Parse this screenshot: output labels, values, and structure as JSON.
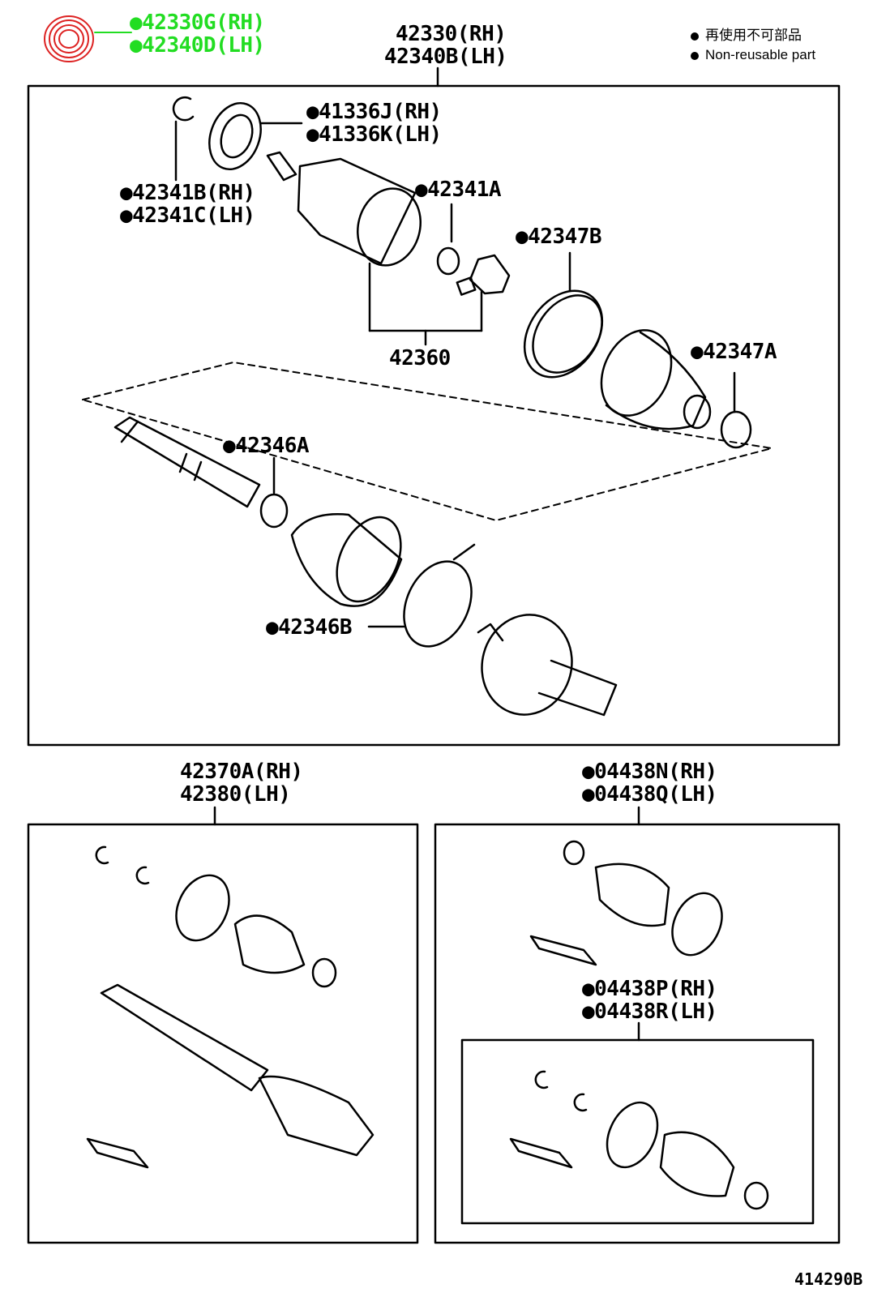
{
  "header": {
    "highlight_part": [
      "●42330G(RH)",
      "●42340D(LH)"
    ],
    "main_assembly": [
      "42330(RH)",
      "42340B(LH)"
    ],
    "legend": [
      "再使用不可部品",
      "Non-reusable part"
    ]
  },
  "main_box": {
    "labels": {
      "a": [
        "●41336J(RH)",
        "●41336K(LH)"
      ],
      "b": [
        "●42341B(RH)",
        "●42341C(LH)"
      ],
      "c": "●42341A",
      "d": "●42347B",
      "e": "42360",
      "f": "●42347A",
      "g": "●42346A",
      "h": "●42346B"
    }
  },
  "bottom_left": {
    "labels": [
      "42370A(RH)",
      "42380(LH)"
    ]
  },
  "bottom_right": {
    "labels": [
      "●04438N(RH)",
      "●04438Q(LH)"
    ],
    "inner_labels": [
      "●04438P(RH)",
      "●04438R(LH)"
    ]
  },
  "figure_code": "414290B",
  "colors": {
    "highlight_text": "#22dd22",
    "highlight_icon": "#dd2222",
    "lines": "#000000"
  }
}
